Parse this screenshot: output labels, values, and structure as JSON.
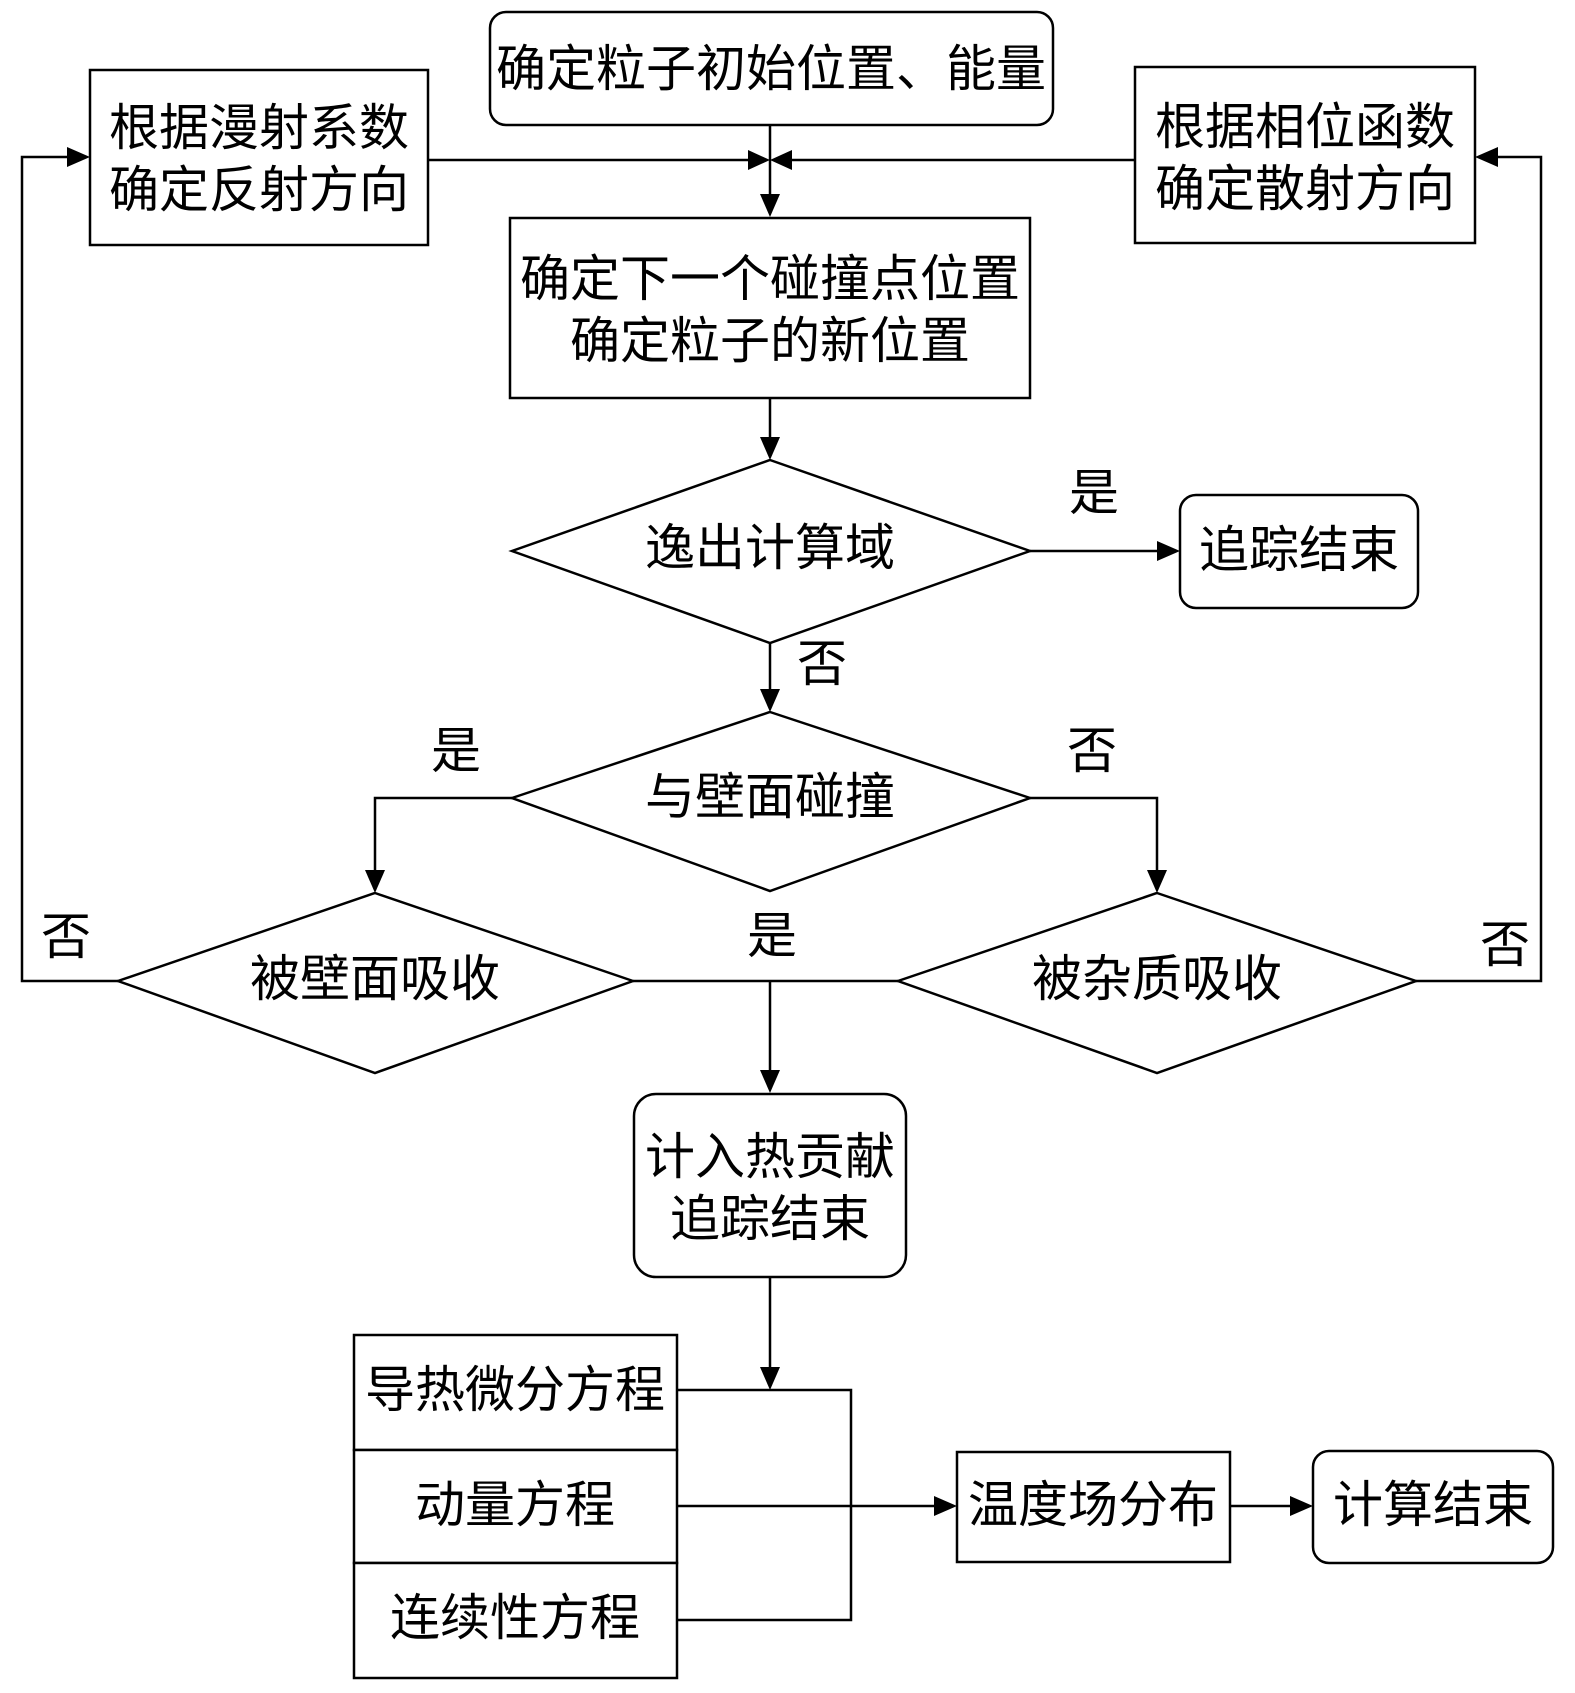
{
  "nodes": {
    "init": "确定粒子初始位置、能量",
    "diffuse_line1": "根据漫射系数",
    "diffuse_line2": "确定反射方向",
    "phase_line1": "根据相位函数",
    "phase_line2": "确定散射方向",
    "next_line1": "确定下一个碰撞点位置",
    "next_line2": "确定粒子的新位置",
    "escape": "逸出计算域",
    "end_track": "追踪结束",
    "wall_collide": "与壁面碰撞",
    "wall_absorb": "被壁面吸收",
    "impurity_absorb": "被杂质吸收",
    "heat_line1": "计入热贡献",
    "heat_line2": "追踪结束",
    "eq_heat": "导热微分方程",
    "eq_momentum": "动量方程",
    "eq_continuity": "连续性方程",
    "temperature": "温度场分布",
    "calc_end": "计算结束"
  },
  "labels": {
    "yes": "是",
    "no": "否"
  }
}
